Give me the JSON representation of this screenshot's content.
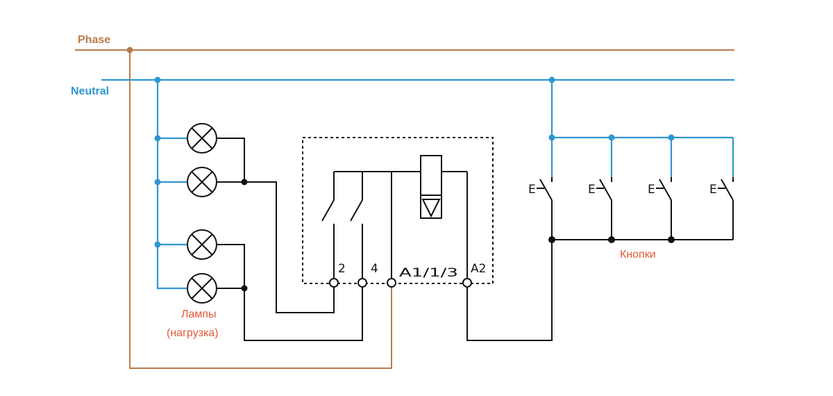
{
  "labels": {
    "phase": "Phase",
    "neutral": "Neutral",
    "lamps_line1": "Лампы",
    "lamps_line2": "(нагрузка)",
    "buttons": "Кнопки"
  },
  "terminals": {
    "t2": "2",
    "t4": "4",
    "ta1": "A1/1/3",
    "ta2": "A2"
  },
  "button_marker": "E",
  "colors": {
    "phase": "#b97a4a",
    "neutral": "#2f96d0",
    "label_red": "#e05a3a",
    "wire": "#111111"
  }
}
